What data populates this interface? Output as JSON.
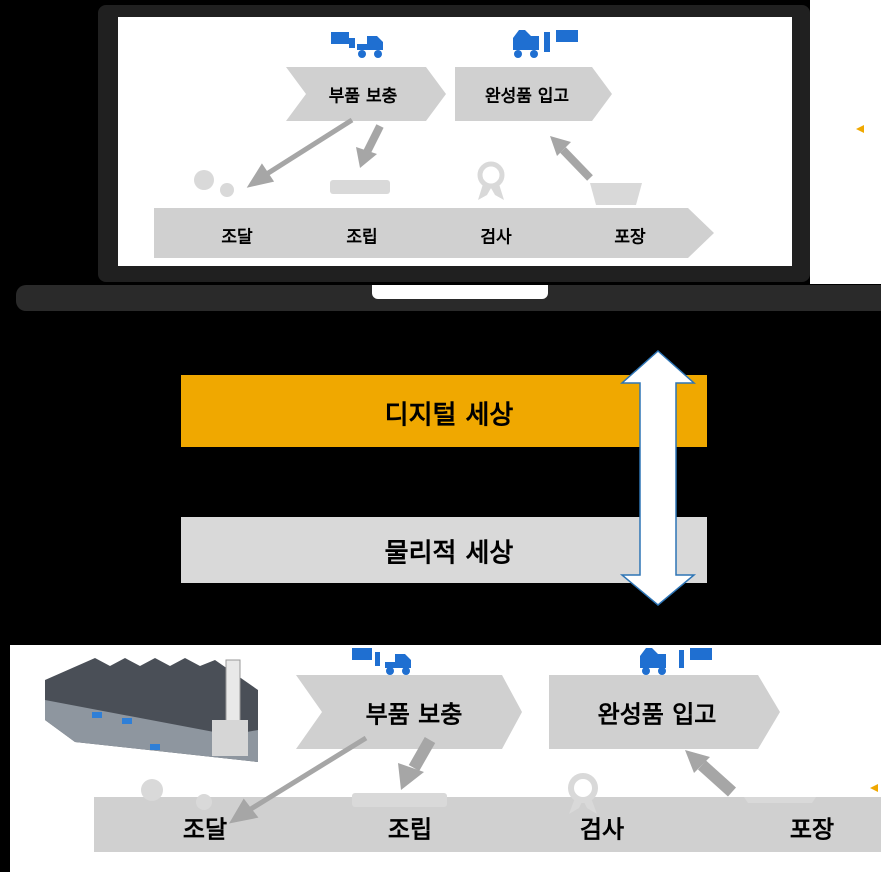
{
  "digital": {
    "refill": "부품 보충",
    "inbound": "완성품 입고",
    "steps": [
      "조달",
      "조립",
      "검사",
      "포장"
    ]
  },
  "middle": {
    "digital_label": "디지털 세상",
    "physical_label": "물리적 세상"
  },
  "physical": {
    "refill": "부품 보충",
    "inbound": "완성품 입고",
    "steps": [
      "조달",
      "조립",
      "검사",
      "포장"
    ]
  },
  "colors": {
    "digital_band": "#F0A800",
    "physical_band": "#D9D9D9",
    "band_gray": "#D0D0D0",
    "arrow_gray": "#A6A6A6",
    "forklift_blue": "#1F6FD1",
    "arrow_outline": "#2E75B6"
  },
  "icons": [
    "forklift-icon",
    "forklift-icon",
    "gears-icon",
    "puzzle-icon",
    "award-ribbon-icon",
    "box-icon",
    "factory-icon"
  ]
}
